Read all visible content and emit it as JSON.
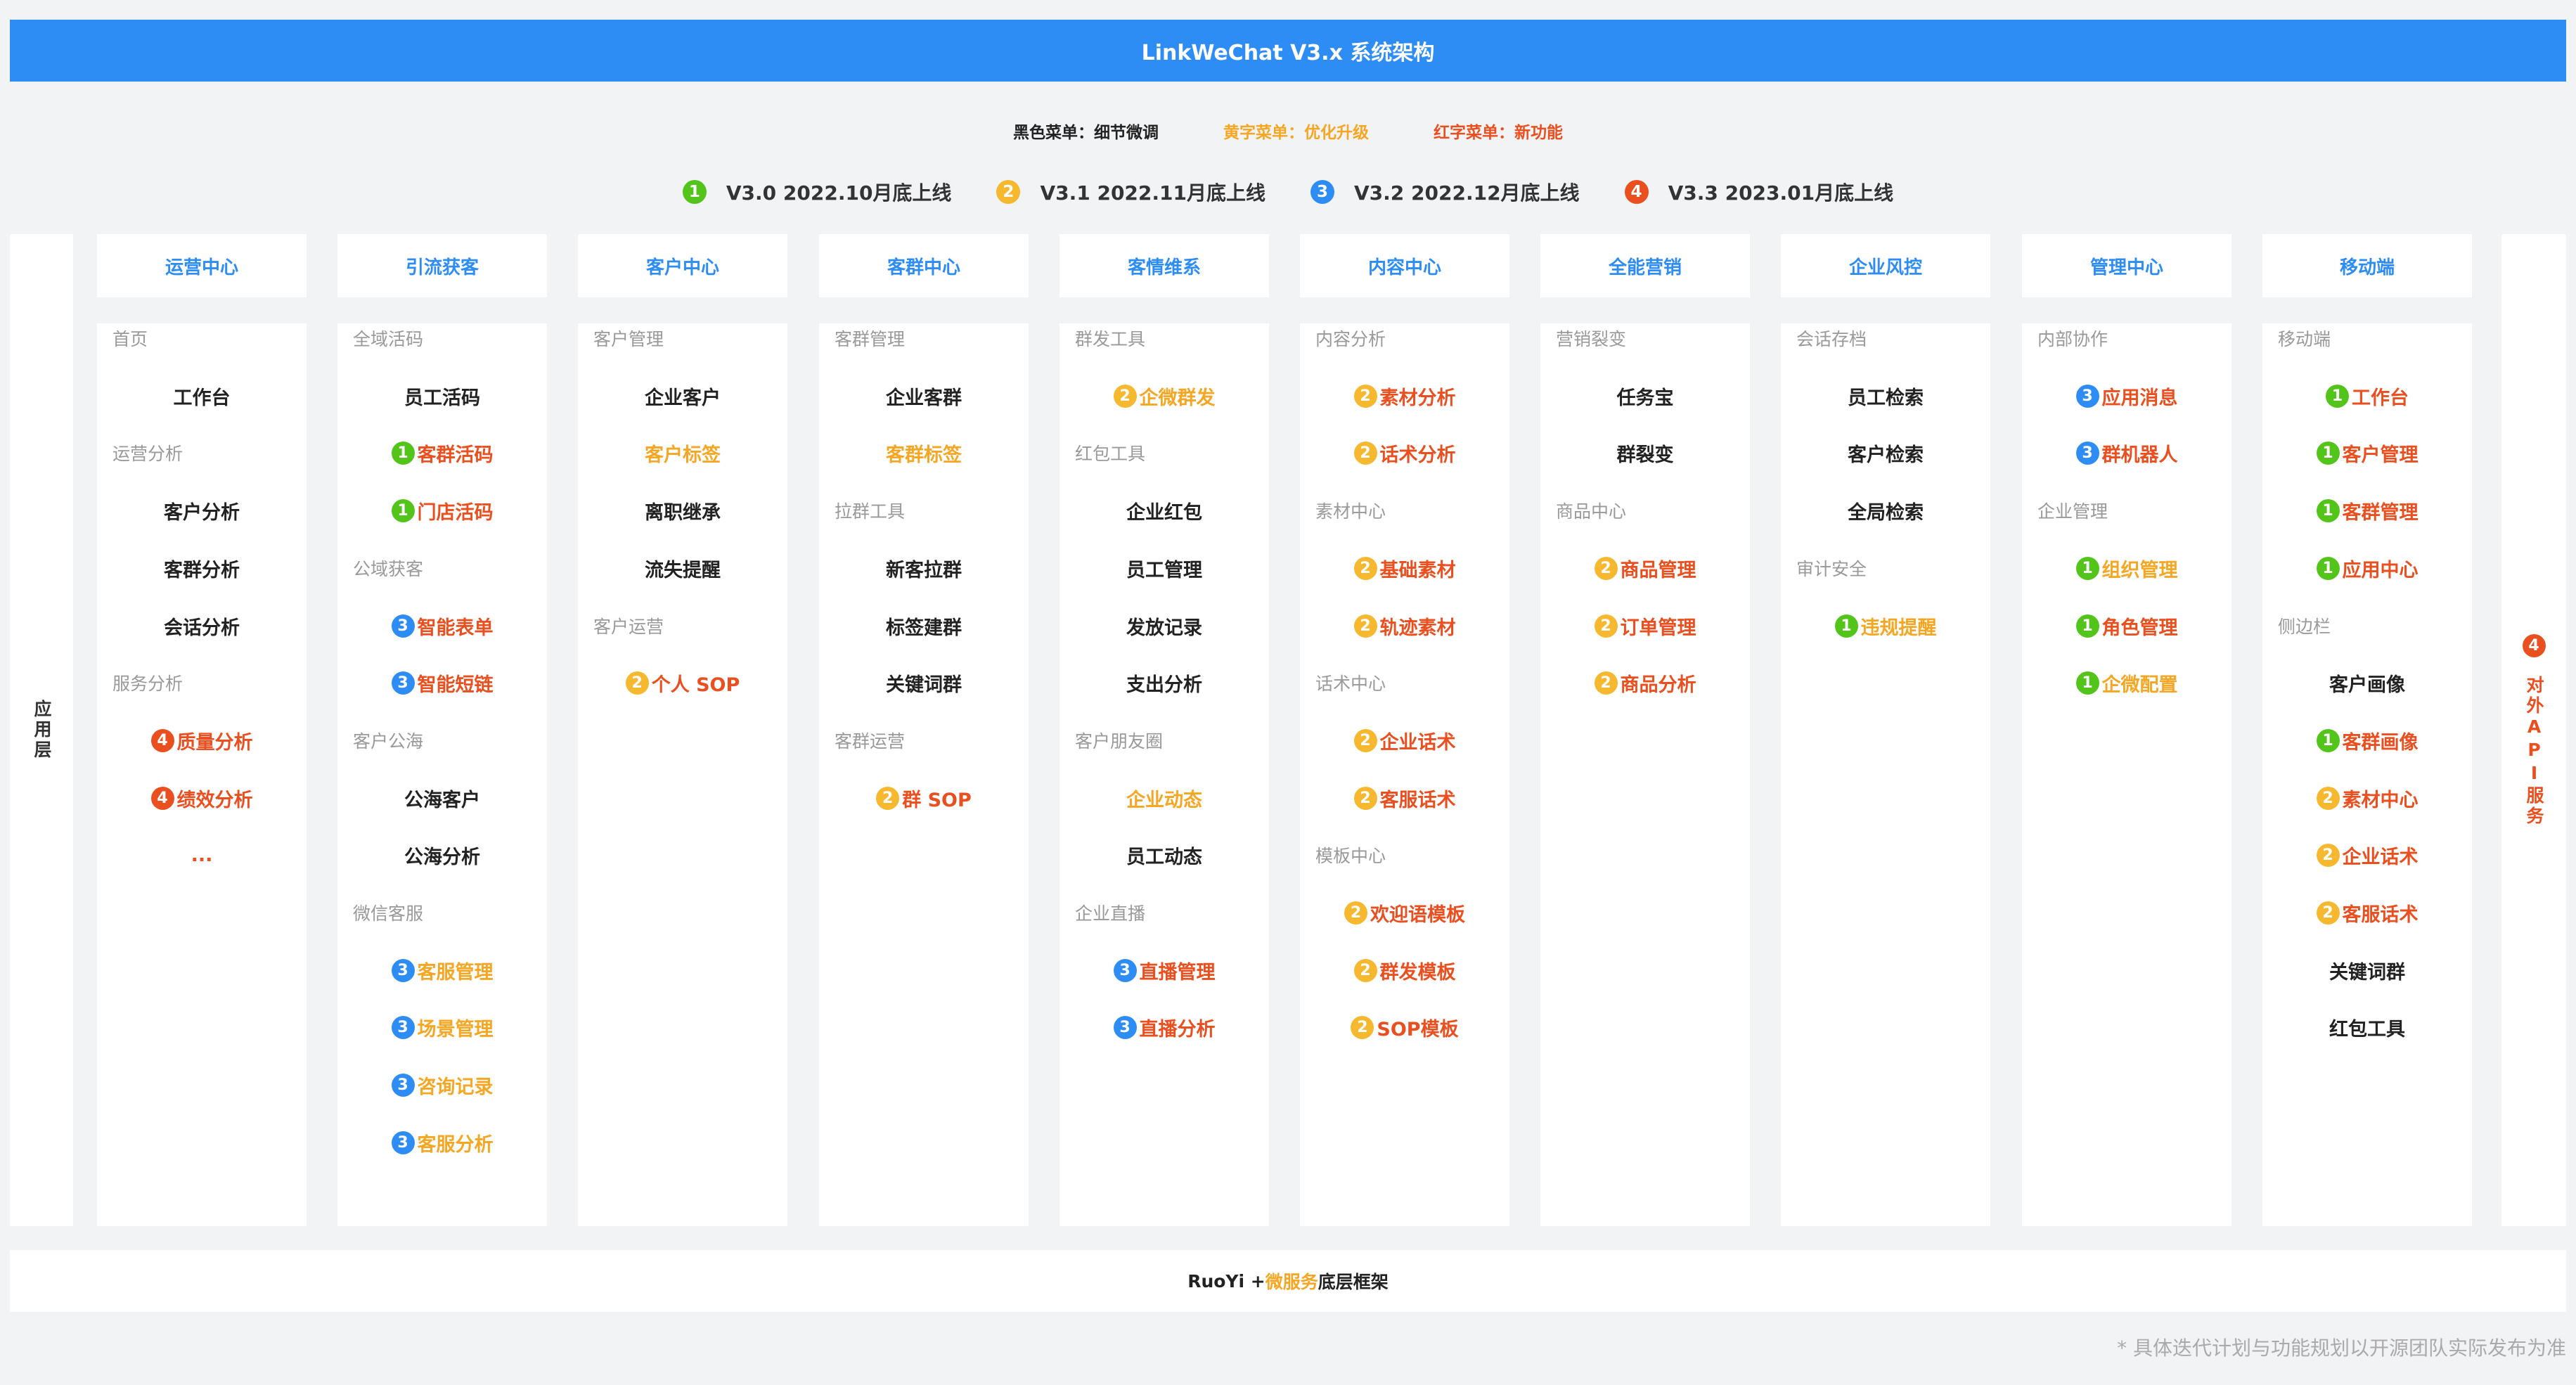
{
  "title": "LinkWeChat V3.x 系统架构",
  "legend": [
    {
      "label": "黑色菜单：细节微调",
      "color": "#222222"
    },
    {
      "label": "黄字菜单：优化升级",
      "color": "#f5a623"
    },
    {
      "label": "红字菜单：新功能",
      "color": "#ea4f1f"
    }
  ],
  "versions": [
    {
      "num": "1",
      "label": "V3.0 2022.10月底上线",
      "color": "#52c41a"
    },
    {
      "num": "2",
      "label": "V3.1 2022.11月底上线",
      "color": "#f5b82e"
    },
    {
      "num": "3",
      "label": "V3.2 2022.12月底上线",
      "color": "#2e8df5"
    },
    {
      "num": "4",
      "label": "V3.3 2023.01月底上线",
      "color": "#ea4f1f"
    }
  ],
  "colors": {
    "black": "#222222",
    "yellow": "#f5a623",
    "red": "#ea4f1f",
    "group": "#999999",
    "accent": "#2e8df5",
    "badge": {
      "1": "#52c41a",
      "2": "#f5b82e",
      "3": "#2e8df5",
      "4": "#ea4f1f"
    }
  },
  "left_label": "应用层",
  "right_label": {
    "num": "4",
    "text": "对外API服务"
  },
  "columns": [
    {
      "title": "运营中心",
      "rows": [
        {
          "kind": "group",
          "text": "首页"
        },
        {
          "kind": "item",
          "text": "工作台",
          "color": "black"
        },
        {
          "kind": "group",
          "text": "运营分析"
        },
        {
          "kind": "item",
          "text": "客户分析",
          "color": "black"
        },
        {
          "kind": "item",
          "text": "客群分析",
          "color": "black"
        },
        {
          "kind": "item",
          "text": "会话分析",
          "color": "black"
        },
        {
          "kind": "group",
          "text": "服务分析"
        },
        {
          "kind": "item",
          "text": "质量分析",
          "color": "red",
          "badge": "4"
        },
        {
          "kind": "item",
          "text": "绩效分析",
          "color": "red",
          "badge": "4"
        },
        {
          "kind": "item",
          "text": "...",
          "color": "red"
        }
      ]
    },
    {
      "title": "引流获客",
      "rows": [
        {
          "kind": "group",
          "text": "全域活码"
        },
        {
          "kind": "item",
          "text": "员工活码",
          "color": "black"
        },
        {
          "kind": "item",
          "text": "客群活码",
          "color": "red",
          "badge": "1"
        },
        {
          "kind": "item",
          "text": "门店活码",
          "color": "red",
          "badge": "1"
        },
        {
          "kind": "group",
          "text": "公域获客"
        },
        {
          "kind": "item",
          "text": "智能表单",
          "color": "red",
          "badge": "3"
        },
        {
          "kind": "item",
          "text": "智能短链",
          "color": "red",
          "badge": "3"
        },
        {
          "kind": "group",
          "text": "客户公海"
        },
        {
          "kind": "item",
          "text": "公海客户",
          "color": "black"
        },
        {
          "kind": "item",
          "text": "公海分析",
          "color": "black"
        },
        {
          "kind": "group",
          "text": "微信客服"
        },
        {
          "kind": "item",
          "text": "客服管理",
          "color": "yellow",
          "badge": "3"
        },
        {
          "kind": "item",
          "text": "场景管理",
          "color": "yellow",
          "badge": "3"
        },
        {
          "kind": "item",
          "text": "咨询记录",
          "color": "yellow",
          "badge": "3"
        },
        {
          "kind": "item",
          "text": "客服分析",
          "color": "yellow",
          "badge": "3"
        }
      ]
    },
    {
      "title": "客户中心",
      "rows": [
        {
          "kind": "group",
          "text": "客户管理"
        },
        {
          "kind": "item",
          "text": "企业客户",
          "color": "black"
        },
        {
          "kind": "item",
          "text": "客户标签",
          "color": "yellow"
        },
        {
          "kind": "item",
          "text": "离职继承",
          "color": "black"
        },
        {
          "kind": "item",
          "text": "流失提醒",
          "color": "black"
        },
        {
          "kind": "group",
          "text": "客户运营"
        },
        {
          "kind": "item",
          "text": "个人 SOP",
          "color": "red",
          "badge": "2"
        }
      ]
    },
    {
      "title": "客群中心",
      "rows": [
        {
          "kind": "group",
          "text": "客群管理"
        },
        {
          "kind": "item",
          "text": "企业客群",
          "color": "black"
        },
        {
          "kind": "item",
          "text": "客群标签",
          "color": "yellow"
        },
        {
          "kind": "group",
          "text": "拉群工具"
        },
        {
          "kind": "item",
          "text": "新客拉群",
          "color": "black"
        },
        {
          "kind": "item",
          "text": "标签建群",
          "color": "black"
        },
        {
          "kind": "item",
          "text": "关键词群",
          "color": "black"
        },
        {
          "kind": "group",
          "text": "客群运营"
        },
        {
          "kind": "item",
          "text": "群 SOP",
          "color": "red",
          "badge": "2"
        }
      ]
    },
    {
      "title": "客情维系",
      "rows": [
        {
          "kind": "group",
          "text": "群发工具"
        },
        {
          "kind": "item",
          "text": "企微群发",
          "color": "yellow",
          "badge": "2"
        },
        {
          "kind": "group",
          "text": "红包工具"
        },
        {
          "kind": "item",
          "text": "企业红包",
          "color": "black"
        },
        {
          "kind": "item",
          "text": "员工管理",
          "color": "black"
        },
        {
          "kind": "item",
          "text": "发放记录",
          "color": "black"
        },
        {
          "kind": "item",
          "text": "支出分析",
          "color": "black"
        },
        {
          "kind": "group",
          "text": "客户朋友圈"
        },
        {
          "kind": "item",
          "text": "企业动态",
          "color": "yellow"
        },
        {
          "kind": "item",
          "text": "员工动态",
          "color": "black"
        },
        {
          "kind": "group",
          "text": "企业直播"
        },
        {
          "kind": "item",
          "text": "直播管理",
          "color": "red",
          "badge": "3"
        },
        {
          "kind": "item",
          "text": "直播分析",
          "color": "red",
          "badge": "3"
        }
      ]
    },
    {
      "title": "内容中心",
      "rows": [
        {
          "kind": "group",
          "text": "内容分析"
        },
        {
          "kind": "item",
          "text": "素材分析",
          "color": "red",
          "badge": "2"
        },
        {
          "kind": "item",
          "text": "话术分析",
          "color": "red",
          "badge": "2"
        },
        {
          "kind": "group",
          "text": "素材中心"
        },
        {
          "kind": "item",
          "text": "基础素材",
          "color": "red",
          "badge": "2"
        },
        {
          "kind": "item",
          "text": "轨迹素材",
          "color": "red",
          "badge": "2"
        },
        {
          "kind": "group",
          "text": "话术中心"
        },
        {
          "kind": "item",
          "text": "企业话术",
          "color": "red",
          "badge": "2"
        },
        {
          "kind": "item",
          "text": "客服话术",
          "color": "red",
          "badge": "2"
        },
        {
          "kind": "group",
          "text": "模板中心"
        },
        {
          "kind": "item",
          "text": "欢迎语模板",
          "color": "red",
          "badge": "2"
        },
        {
          "kind": "item",
          "text": "群发模板",
          "color": "red",
          "badge": "2"
        },
        {
          "kind": "item",
          "text": "SOP模板",
          "color": "red",
          "badge": "2"
        }
      ]
    },
    {
      "title": "全能营销",
      "rows": [
        {
          "kind": "group",
          "text": "营销裂变"
        },
        {
          "kind": "item",
          "text": "任务宝",
          "color": "black"
        },
        {
          "kind": "item",
          "text": "群裂变",
          "color": "black"
        },
        {
          "kind": "group",
          "text": "商品中心"
        },
        {
          "kind": "item",
          "text": "商品管理",
          "color": "red",
          "badge": "2"
        },
        {
          "kind": "item",
          "text": "订单管理",
          "color": "red",
          "badge": "2"
        },
        {
          "kind": "item",
          "text": "商品分析",
          "color": "red",
          "badge": "2"
        }
      ]
    },
    {
      "title": "企业风控",
      "rows": [
        {
          "kind": "group",
          "text": "会话存档"
        },
        {
          "kind": "item",
          "text": "员工检索",
          "color": "black"
        },
        {
          "kind": "item",
          "text": "客户检索",
          "color": "black"
        },
        {
          "kind": "item",
          "text": "全局检索",
          "color": "black"
        },
        {
          "kind": "group",
          "text": "审计安全"
        },
        {
          "kind": "item",
          "text": "违规提醒",
          "color": "yellow",
          "badge": "1"
        }
      ]
    },
    {
      "title": "管理中心",
      "rows": [
        {
          "kind": "group",
          "text": "内部协作"
        },
        {
          "kind": "item",
          "text": "应用消息",
          "color": "red",
          "badge": "3"
        },
        {
          "kind": "item",
          "text": "群机器人",
          "color": "red",
          "badge": "3"
        },
        {
          "kind": "group",
          "text": "企业管理"
        },
        {
          "kind": "item",
          "text": "组织管理",
          "color": "yellow",
          "badge": "1"
        },
        {
          "kind": "item",
          "text": "角色管理",
          "color": "red",
          "badge": "1"
        },
        {
          "kind": "item",
          "text": "企微配置",
          "color": "yellow",
          "badge": "1"
        }
      ]
    },
    {
      "title": "移动端",
      "rows": [
        {
          "kind": "group",
          "text": "移动端"
        },
        {
          "kind": "item",
          "text": "工作台",
          "color": "red",
          "badge": "1"
        },
        {
          "kind": "item",
          "text": "客户管理",
          "color": "red",
          "badge": "1"
        },
        {
          "kind": "item",
          "text": "客群管理",
          "color": "red",
          "badge": "1"
        },
        {
          "kind": "item",
          "text": "应用中心",
          "color": "red",
          "badge": "1"
        },
        {
          "kind": "group",
          "text": "侧边栏"
        },
        {
          "kind": "item",
          "text": "客户画像",
          "color": "black"
        },
        {
          "kind": "item",
          "text": "客群画像",
          "color": "red",
          "badge": "1"
        },
        {
          "kind": "item",
          "text": "素材中心",
          "color": "red",
          "badge": "2"
        },
        {
          "kind": "item",
          "text": "企业话术",
          "color": "red",
          "badge": "2"
        },
        {
          "kind": "item",
          "text": "客服话术",
          "color": "red",
          "badge": "2"
        },
        {
          "kind": "item",
          "text": "关键词群",
          "color": "black"
        },
        {
          "kind": "item",
          "text": "红包工具",
          "color": "black"
        }
      ]
    }
  ],
  "footer": {
    "part1": "RuoYi + ",
    "part2": "微服务",
    "part3": "底层框架"
  },
  "disclaimer": "* 具体迭代计划与功能规划以开源团队实际发布为准"
}
